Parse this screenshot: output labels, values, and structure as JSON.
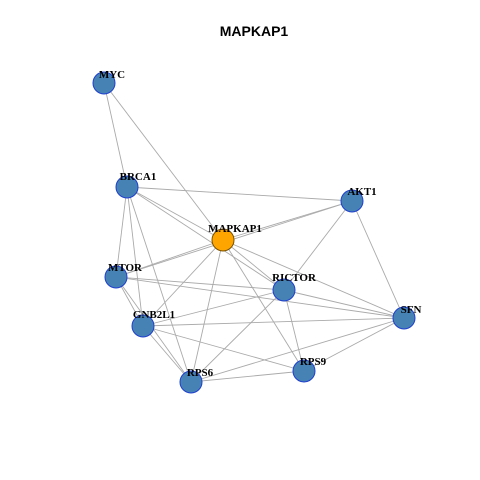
{
  "title": "MAPKAP1",
  "colors": {
    "node_fill": "#4682b4",
    "node_stroke": "#1f3fcf",
    "center_fill": "#ffa500",
    "center_stroke": "#7a5200",
    "edge": "#aaaaaa"
  },
  "network": {
    "center": "MAPKAP1",
    "nodes": [
      "MYC",
      "BRCA1",
      "AKT1",
      "MAPKAP1",
      "MTOR",
      "RICTOR",
      "SFN",
      "GNB2L1",
      "RPS9",
      "RPS6"
    ],
    "edges": [
      [
        "MYC",
        "BRCA1"
      ],
      [
        "MYC",
        "MAPKAP1"
      ],
      [
        "BRCA1",
        "AKT1"
      ],
      [
        "BRCA1",
        "MAPKAP1"
      ],
      [
        "BRCA1",
        "MTOR"
      ],
      [
        "BRCA1",
        "RICTOR"
      ],
      [
        "BRCA1",
        "GNB2L1"
      ],
      [
        "BRCA1",
        "RPS6"
      ],
      [
        "AKT1",
        "MAPKAP1"
      ],
      [
        "AKT1",
        "MTOR"
      ],
      [
        "AKT1",
        "RICTOR"
      ],
      [
        "AKT1",
        "SFN"
      ],
      [
        "MAPKAP1",
        "MTOR"
      ],
      [
        "MAPKAP1",
        "RICTOR"
      ],
      [
        "MAPKAP1",
        "GNB2L1"
      ],
      [
        "MAPKAP1",
        "RPS6"
      ],
      [
        "MAPKAP1",
        "RPS9"
      ],
      [
        "MAPKAP1",
        "SFN"
      ],
      [
        "MTOR",
        "RICTOR"
      ],
      [
        "MTOR",
        "GNB2L1"
      ],
      [
        "MTOR",
        "RPS6"
      ],
      [
        "MTOR",
        "SFN"
      ],
      [
        "RICTOR",
        "GNB2L1"
      ],
      [
        "RICTOR",
        "RPS6"
      ],
      [
        "RICTOR",
        "RPS9"
      ],
      [
        "RICTOR",
        "SFN"
      ],
      [
        "GNB2L1",
        "SFN"
      ],
      [
        "GNB2L1",
        "RPS6"
      ],
      [
        "GNB2L1",
        "RPS9"
      ],
      [
        "SFN",
        "RPS6"
      ],
      [
        "SFN",
        "RPS9"
      ],
      [
        "RPS6",
        "RPS9"
      ]
    ]
  }
}
